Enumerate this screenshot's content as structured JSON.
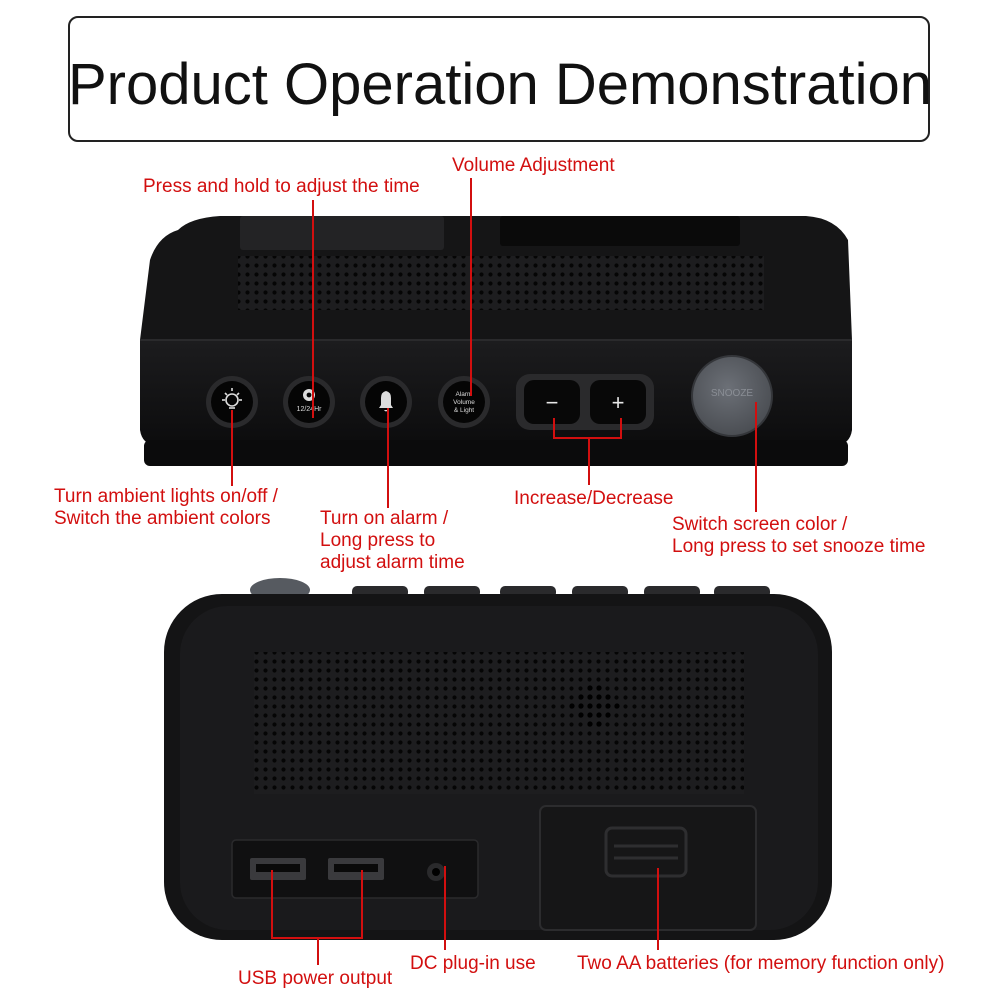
{
  "title": "Product Operation Demonstration",
  "colors": {
    "annotation": "#d20f0f",
    "device": "#1a1a1a",
    "snooze_button": "#5a5d63"
  },
  "front_buttons": {
    "light_icon": "lightbulb-icon",
    "clock_label": "12/24Hr",
    "alarm_icon": "bell-icon",
    "volume_label": [
      "Alarm",
      "Volume",
      "& Light"
    ],
    "minus": "−",
    "plus": "+",
    "snooze_label": "SNOOZE"
  },
  "annotations": {
    "adjust_time": "Press and hold to adjust the time",
    "volume": "Volume Adjustment",
    "ambient": [
      "Turn ambient lights on/off /",
      "Switch the ambient colors"
    ],
    "alarm": [
      "Turn on alarm /",
      "Long press to",
      "adjust alarm time"
    ],
    "increase_decrease": "Increase/Decrease",
    "screen_color": [
      "Switch screen color /",
      "Long press to set snooze time"
    ],
    "usb": "USB power output",
    "dc": "DC plug-in use",
    "batteries": "Two AA batteries (for memory function only)"
  }
}
